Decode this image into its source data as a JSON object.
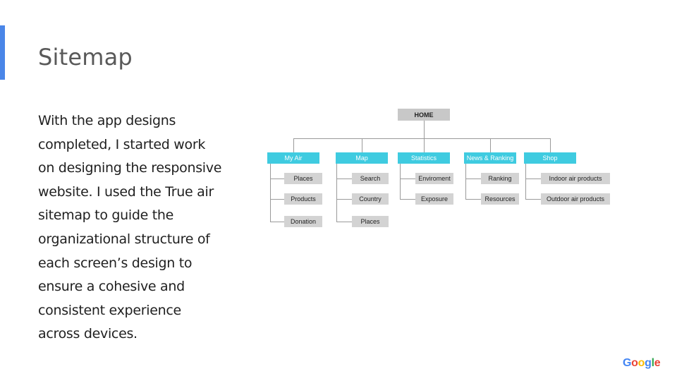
{
  "slide": {
    "title": "Sitemap",
    "body": "With the app designs completed, I started work on designing the responsive website. I used the True air sitemap to guide the organizational structure of each screen’s design to ensure a cohesive and consistent experience across devices.",
    "accent_color": "#4a86e8"
  },
  "sitemap": {
    "root": "HOME",
    "categories": [
      {
        "label": "My Air",
        "children": [
          "Places",
          "Products",
          "Donation"
        ]
      },
      {
        "label": "Map",
        "children": [
          "Search",
          "Country",
          "Places"
        ]
      },
      {
        "label": "Statistics",
        "children": [
          "Enviroment",
          "Exposure"
        ]
      },
      {
        "label": "News & Ranking",
        "children": [
          "Ranking",
          "Resources"
        ]
      },
      {
        "label": "Shop",
        "children": [
          "Indoor air products",
          "Outdoor air products"
        ]
      }
    ],
    "colors": {
      "root": "#c8c8c8",
      "category": "#3fcbe0",
      "leaf": "#d3d3d3",
      "connector": "#9a9a9a"
    }
  },
  "footer": {
    "logo": {
      "letters": [
        "G",
        "o",
        "o",
        "g",
        "l",
        "e"
      ],
      "colors": [
        "#4285F4",
        "#EA4335",
        "#FBBC05",
        "#4285F4",
        "#34A853",
        "#EA4335"
      ]
    }
  }
}
